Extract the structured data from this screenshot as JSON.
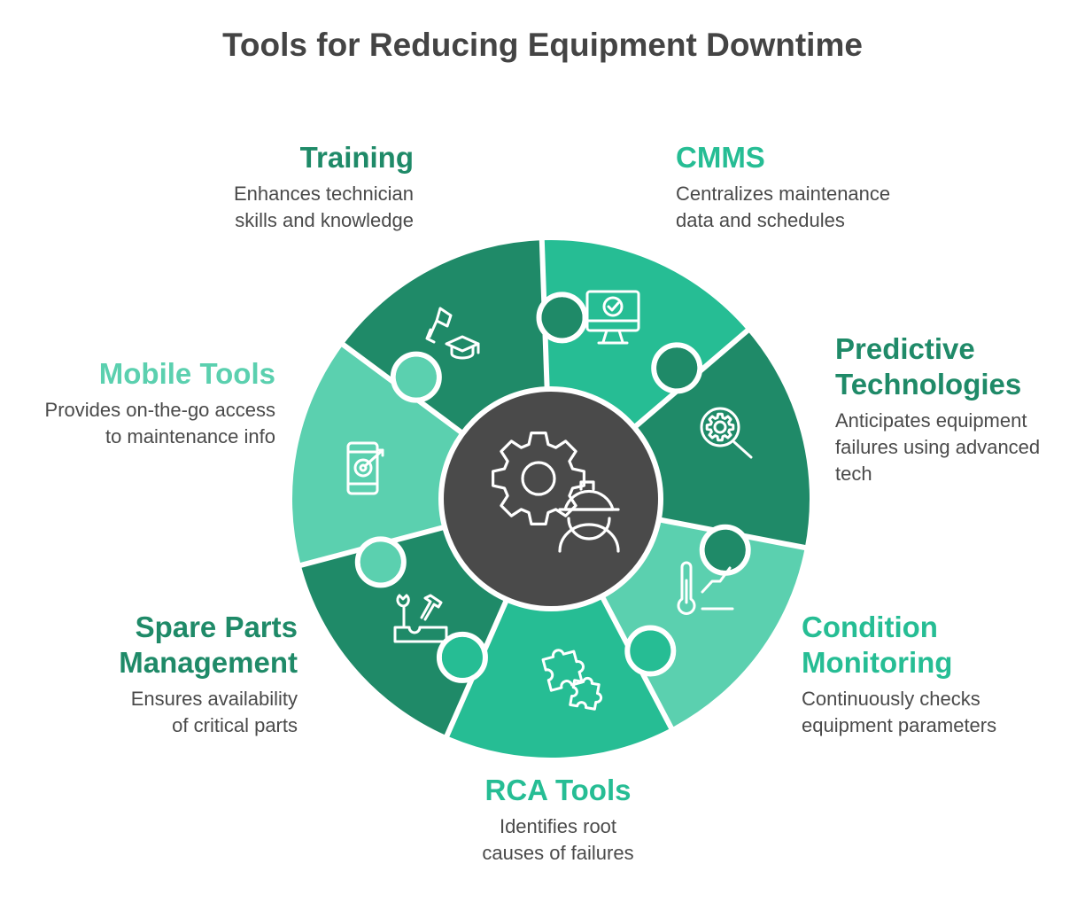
{
  "title": "Tools for Reducing Equipment Downtime",
  "colors": {
    "dark": "#1F8A68",
    "medium": "#26BD94",
    "light": "#5BD0AF",
    "center": "#4A4A4A",
    "title_dark": "#1F8A68",
    "title_light": "#26BD94"
  },
  "items": [
    {
      "name": "Training",
      "desc": "Enhances technician\nskills and knowledge",
      "icon": "graduation-pin-icon"
    },
    {
      "name": "CMMS",
      "desc": "Centralizes maintenance\ndata and schedules",
      "icon": "monitor-check-icon"
    },
    {
      "name": "Predictive\nTechnologies",
      "desc": "Anticipates equipment\nfailures using advanced\ntech",
      "icon": "gear-search-icon"
    },
    {
      "name": "Condition\nMonitoring",
      "desc": "Continuously checks\nequipment parameters",
      "icon": "thermometer-chart-icon"
    },
    {
      "name": "RCA Tools",
      "desc": "Identifies root\ncauses of failures",
      "icon": "puzzle-piece-icon"
    },
    {
      "name": "Spare Parts\nManagement",
      "desc": "Ensures availability\nof critical parts",
      "icon": "toolbox-icon"
    },
    {
      "name": "Mobile Tools",
      "desc": "Provides on-the-go access\nto maintenance info",
      "icon": "mobile-target-icon"
    }
  ],
  "center_icon": "gear-worker-icon"
}
